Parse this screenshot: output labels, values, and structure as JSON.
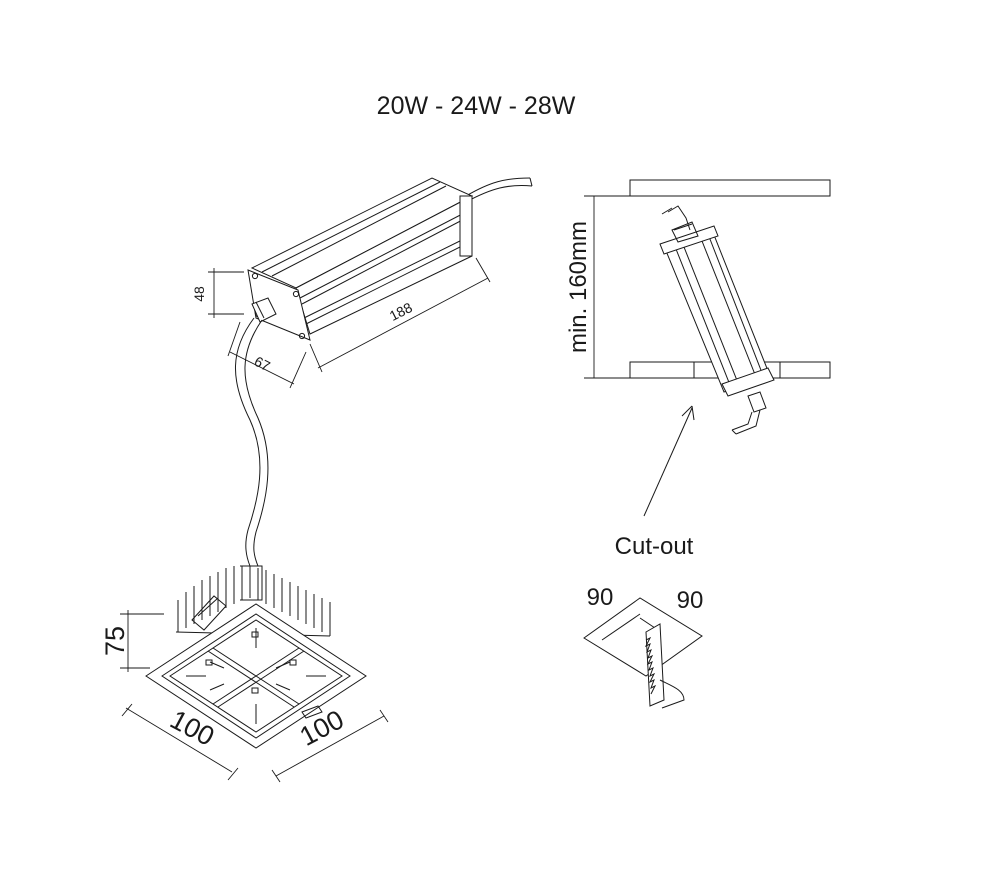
{
  "title": "20W - 24W - 28W",
  "driver": {
    "height_label": "48",
    "width_label": "67",
    "length_label": "188"
  },
  "luminaire": {
    "height_label": "75",
    "width_label": "100",
    "depth_label": "100"
  },
  "install": {
    "min_depth_label": "min. 160mm"
  },
  "cutout": {
    "label": "Cut-out",
    "width_label": "90",
    "depth_label": "90"
  },
  "colors": {
    "line": "#1a1a1a",
    "background": "#ffffff"
  }
}
